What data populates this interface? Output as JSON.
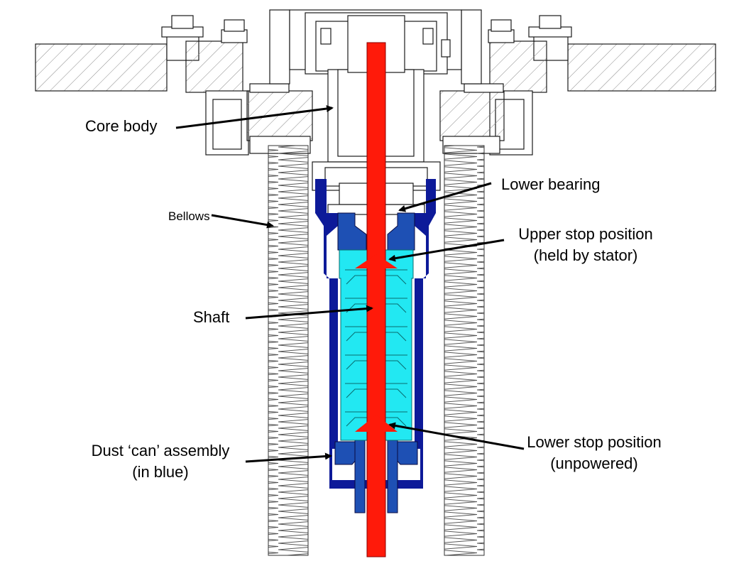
{
  "colors": {
    "shaft": "#ff1a0a",
    "can_dark": "#0d1a99",
    "can_mid": "#1e50b4",
    "fill_cyan": "#22e8f2",
    "line": "#1a1a1a",
    "hatch": "#777777"
  },
  "labels": {
    "core_body": "Core body",
    "bellows": "Bellows",
    "lower_bearing": "Lower bearing",
    "upper_stop_line1": "Upper stop position",
    "upper_stop_line2": "(held by stator)",
    "shaft": "Shaft",
    "dust_can_line1": "Dust ‘can’ assembly",
    "dust_can_line2": "(in blue)",
    "lower_stop_line1": "Lower stop position",
    "lower_stop_line2": "(unpowered)"
  }
}
